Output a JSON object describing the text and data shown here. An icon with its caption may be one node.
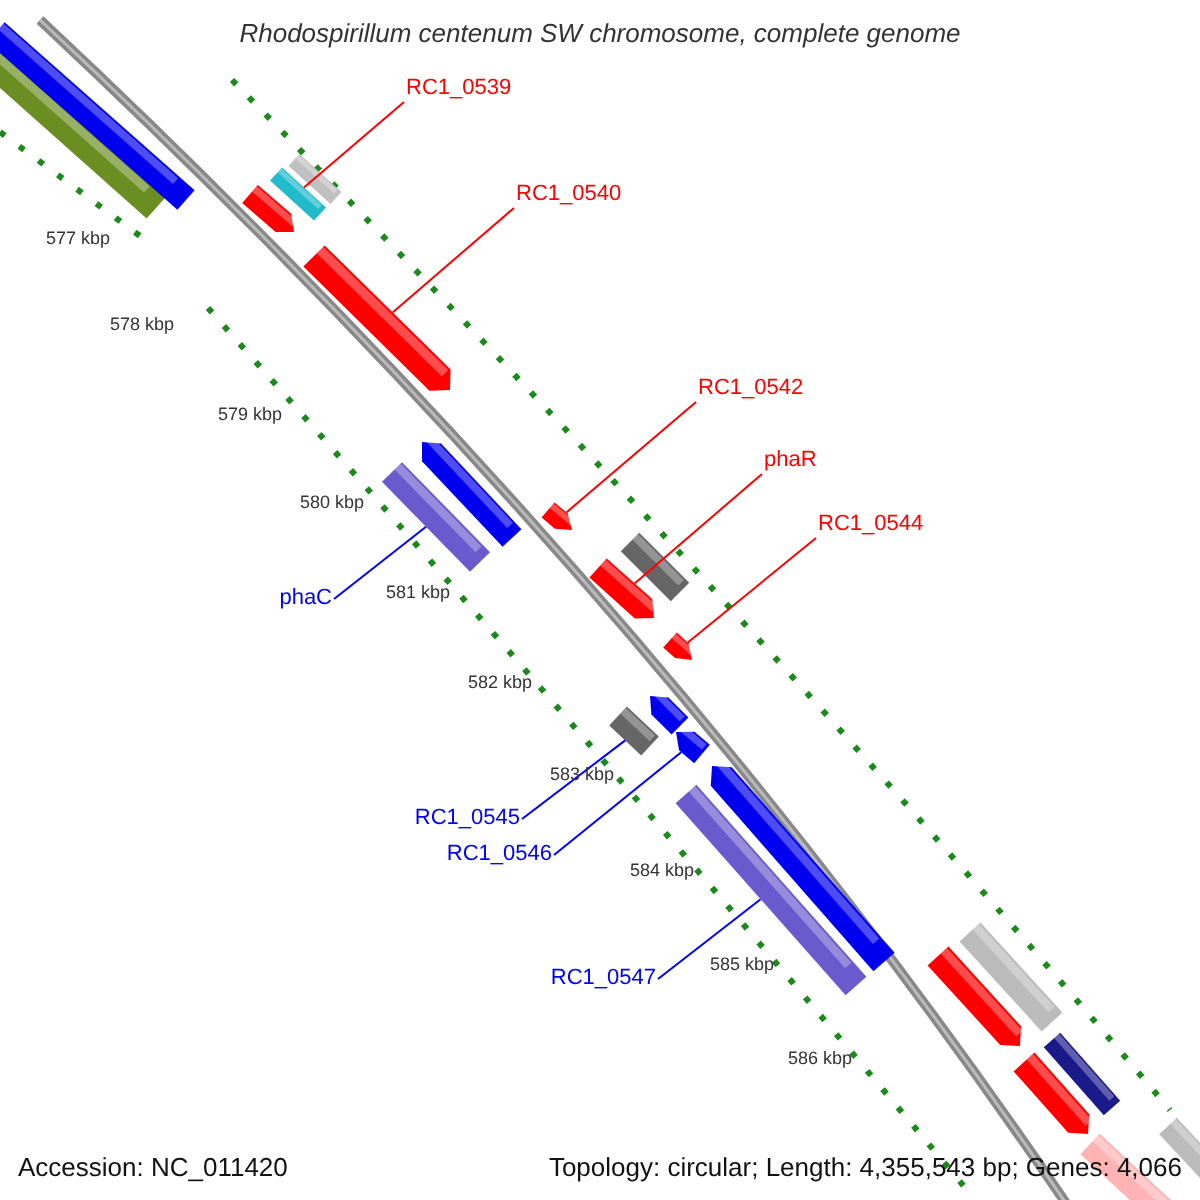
{
  "diagram": {
    "title": "Rhodospirillum centenum SW chromosome, complete genome",
    "nodes": [
      {
        "text": [
          "RC1_0539"
        ]
      },
      {
        "text": [
          "RC1_0540"
        ]
      },
      {
        "text": [
          "RC1_0542"
        ]
      },
      {
        "text": [
          "phaR"
        ]
      },
      {
        "text": [
          "RC1_0544"
        ]
      },
      {
        "text": [
          "phaC"
        ]
      },
      {
        "text": [
          "RC1_0545"
        ]
      },
      {
        "text": [
          "RC1_0546"
        ]
      },
      {
        "text": [
          "RC1_0547"
        ]
      },
      {
        "text": [],
        "shape": "bar"
      },
      {
        "text": [],
        "shape": "bar"
      },
      {
        "text": [],
        "shape": "bar"
      },
      {
        "text": [],
        "shape": "bar"
      },
      {
        "text": [],
        "shape": "bar"
      },
      {
        "text": [],
        "shape": "bar"
      },
      {
        "text": [],
        "shape": "bar"
      },
      {
        "text": [],
        "shape": "bar"
      },
      {
        "text": [],
        "shape": "bar"
      }
    ],
    "edges": [
      {
        "from": 0,
        "to": 9,
        "arrow": "none"
      },
      {
        "from": 1,
        "to": 10,
        "arrow": "none"
      },
      {
        "from": 2,
        "to": 12,
        "arrow": "none"
      },
      {
        "from": 3,
        "to": 13,
        "arrow": "none"
      },
      {
        "from": 4,
        "to": 14,
        "arrow": "none"
      },
      {
        "from": 5,
        "to": 11,
        "arrow": "none",
        "color": "#0000ff"
      },
      {
        "from": 6,
        "to": 15,
        "arrow": "none",
        "color": "#0000ff"
      },
      {
        "from": 7,
        "to": 16,
        "arrow": "none",
        "color": "#0000ff"
      },
      {
        "from": 8,
        "to": 17,
        "arrow": "none",
        "color": "#0000ff"
      }
    ],
    "labels": [
      "577 kbp",
      "578 kbp",
      "579 kbp",
      "580 kbp",
      "581 kbp",
      "582 kbp",
      "583 kbp",
      "584 kbp",
      "585 kbp",
      "586 kbp",
      "Accession: NC_011420",
      "Topology: circular; Length: 4,355,543 bp; Genes: 4,066"
    ]
  }
}
